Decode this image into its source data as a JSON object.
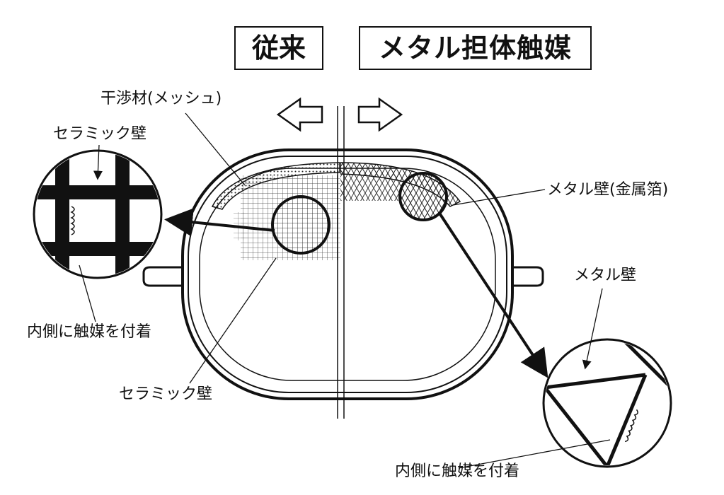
{
  "headings": {
    "conventional": "従来",
    "metal_catalyst": "メタル担体触媒"
  },
  "labels": {
    "mesh": "干渉材(メッシュ)",
    "ceramic_wall_top": "セラミック壁",
    "inside_catalyst_left": "内側に触媒を付着",
    "ceramic_wall_bottom": "セラミック壁",
    "metal_wall_foil": "メタル壁(金属箔)",
    "metal_wall": "メタル壁",
    "inside_catalyst_right": "内側に触媒を付着"
  },
  "colors": {
    "ink": "#111111",
    "paper": "#ffffff"
  }
}
